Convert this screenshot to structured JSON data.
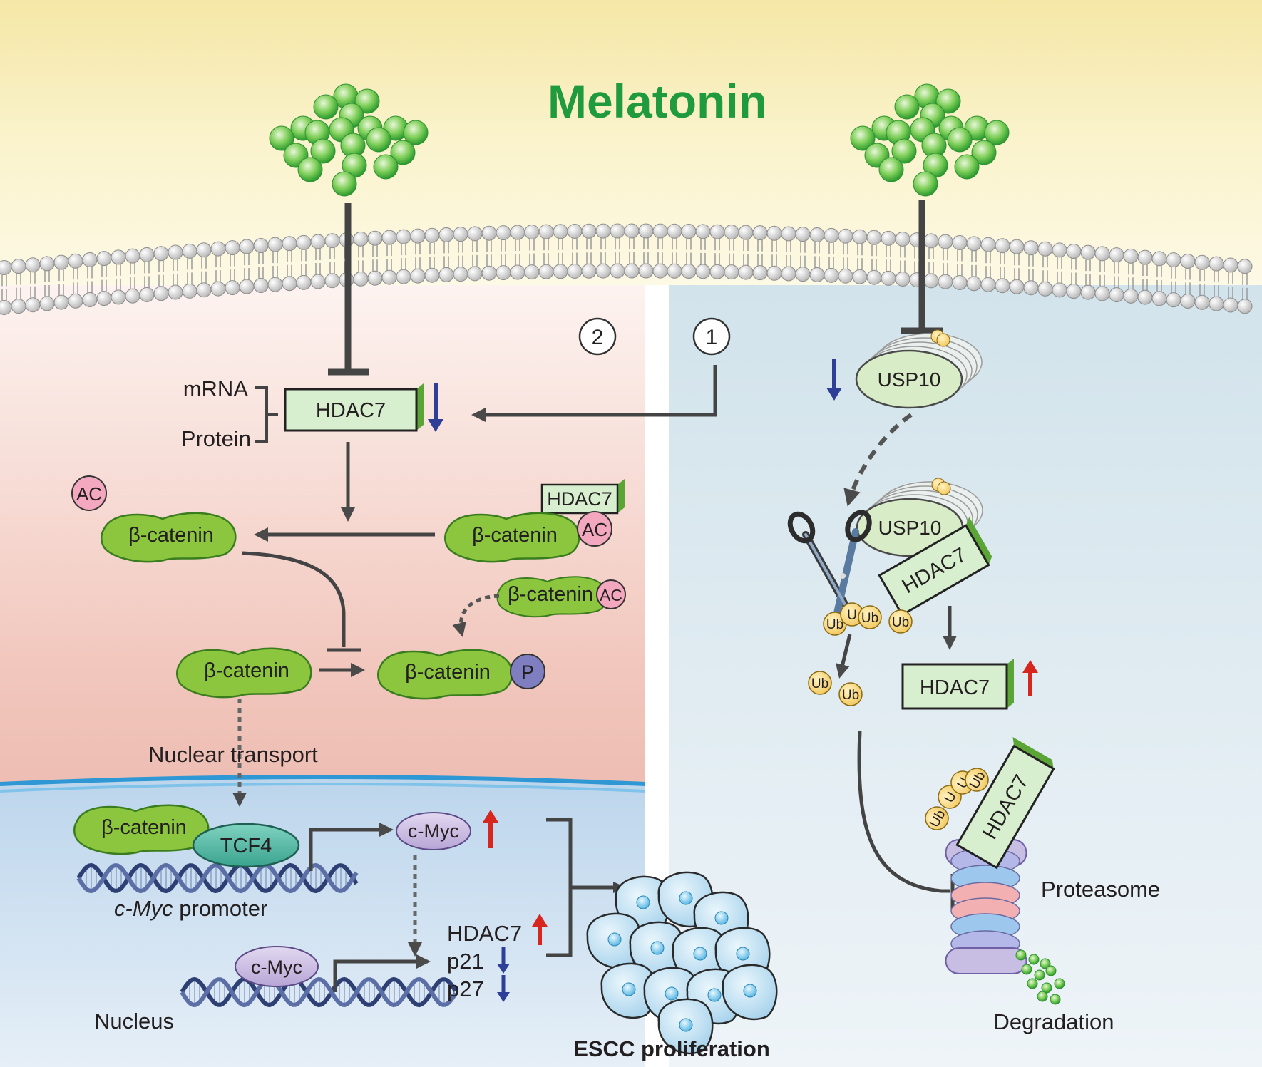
{
  "title": "Melatonin",
  "steps": {
    "step1": "1",
    "step2": "2"
  },
  "labels": {
    "mrna": "mRNA",
    "protein": "Protein",
    "nuclear_transport": "Nuclear transport",
    "cmyc_promoter_italic": "c-Myc",
    "cmyc_promoter_rest": " promoter",
    "nucleus": "Nucleus",
    "escc": "ESCC proliferation",
    "proteasome": "Proteasome",
    "degradation": "Degradation"
  },
  "molecules": {
    "hdac7": "HDAC7",
    "beta_catenin": "β-catenin",
    "ac": "AC",
    "p": "P",
    "tcf4": "TCF4",
    "cmyc": "c-Myc",
    "usp10": "USP10",
    "ub": "Ub",
    "u": "U",
    "p21": "p21",
    "p27": "p27"
  },
  "colors": {
    "title_green": "#1f9a3c",
    "left_panel": "#ebb3a8",
    "right_panel": "#dbe9ef",
    "nucleus": "#c8def0",
    "protein_green": "#8cc63f",
    "up_arrow": "#d7261e",
    "down_arrow": "#2e3f97"
  }
}
